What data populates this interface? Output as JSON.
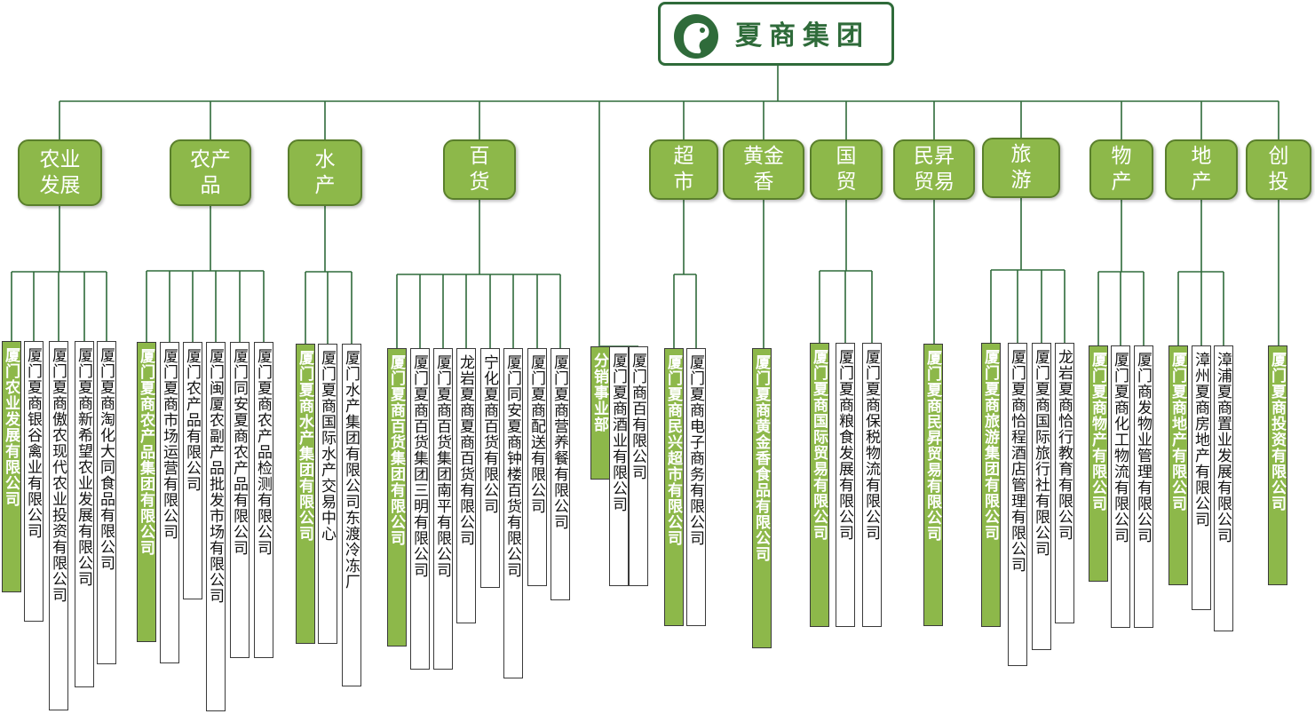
{
  "root": {
    "title": "夏商集团",
    "logo": "xiashang-logo",
    "brand_color": "#2f6b3a"
  },
  "colors": {
    "category_fill": "#8db84a",
    "category_border": "#5a7f2c",
    "line": "#2f6b3a"
  },
  "categories": [
    {
      "label": "农业\n发展",
      "companies": [
        {
          "name": "厦门农业发展有限公司",
          "major": true
        },
        {
          "name": "厦门夏商银谷禽业有限公司",
          "major": false
        },
        {
          "name": "厦门夏商傲农现代农业投资有限公司",
          "major": false
        },
        {
          "name": "厦门夏商新希望农业发展有限公司",
          "major": false
        },
        {
          "name": "厦门夏商淘化大同食品有限公司",
          "major": false
        }
      ]
    },
    {
      "label": "农产\n品",
      "companies": [
        {
          "name": "厦门夏商农产品集团有限公司",
          "major": true
        },
        {
          "name": "厦门夏商市场运营有限公司",
          "major": false
        },
        {
          "name": "厦门农产品有限公司",
          "major": false
        },
        {
          "name": "厦门闽厦农副产品批发市场有限公司",
          "major": false
        },
        {
          "name": "厦门同安夏商农产品有限公司",
          "major": false
        },
        {
          "name": "厦门夏商农产品检测有限公司",
          "major": false
        }
      ]
    },
    {
      "label": "水\n产",
      "companies": [
        {
          "name": "厦门夏商水产集团有限公司",
          "major": true
        },
        {
          "name": "厦门夏商国际水产交易中心",
          "major": false
        },
        {
          "name": "厦门水产集团有限公司东渡冷冻厂",
          "major": false
        }
      ]
    },
    {
      "label": "百\n货",
      "companies": [
        {
          "name": "厦门夏商百货集团有限公司",
          "major": true
        },
        {
          "name": "厦门夏商百货集团三明有限公司",
          "major": false
        },
        {
          "name": "厦门夏商百货集团南平有限公司",
          "major": false
        },
        {
          "name": "龙岩夏商夏商百货有限公司",
          "major": false
        },
        {
          "name": "宁化夏商百货有限公司",
          "major": false
        },
        {
          "name": "厦门同安夏商钟楼百货有限公司",
          "major": false
        },
        {
          "name": "厦门夏商配送有限公司",
          "major": false
        },
        {
          "name": "厦门夏商营养餐有限公司",
          "major": false
        }
      ]
    },
    {
      "label": "",
      "companies": [
        {
          "name": "分销事业部",
          "major": true
        },
        {
          "name": "厦门夏商酒业有限公司",
          "major": false
        },
        {
          "name": "厦门商百有限公司",
          "major": false
        }
      ]
    },
    {
      "label": "超\n市",
      "companies": [
        {
          "name": "厦门夏商民兴超市有限公司",
          "major": true
        },
        {
          "name": "厦门夏商电子商务有限公司",
          "major": false
        }
      ]
    },
    {
      "label": "黄金\n香",
      "companies": [
        {
          "name": "厦门夏商黄金香食品有限公司",
          "major": true
        }
      ]
    },
    {
      "label": "国\n贸",
      "companies": [
        {
          "name": "厦门夏商国际贸易有限公司",
          "major": true
        },
        {
          "name": "厦门夏商粮食发展有限公司",
          "major": false
        },
        {
          "name": "厦门夏商保税物流有限公司",
          "major": false
        }
      ]
    },
    {
      "label": "民昇\n贸易",
      "companies": [
        {
          "name": "厦门夏商民昇贸易有限公司",
          "major": true
        }
      ]
    },
    {
      "label": "旅\n游",
      "companies": [
        {
          "name": "厦门夏商旅游集团有限公司",
          "major": true
        },
        {
          "name": "厦门夏商恰程酒店管理有限公司",
          "major": false
        },
        {
          "name": "厦门夏商国际旅行社有限公司",
          "major": false
        },
        {
          "name": "龙岩夏商恰行教育有限公司",
          "major": false
        }
      ]
    },
    {
      "label": "物\n产",
      "companies": [
        {
          "name": "厦门夏商物产有限公司",
          "major": true
        },
        {
          "name": "厦门夏商化工物流有限公司",
          "major": false
        },
        {
          "name": "厦门商发物业管理有限公司",
          "major": false
        }
      ]
    },
    {
      "label": "地\n产",
      "companies": [
        {
          "name": "厦门夏商地产有限公司",
          "major": true
        },
        {
          "name": "漳州夏商房地产有限公司",
          "major": false
        },
        {
          "name": "漳浦夏商置业发展有限公司",
          "major": false
        }
      ]
    },
    {
      "label": "创\n投",
      "companies": [
        {
          "name": "厦门夏商投资有限公司",
          "major": true
        }
      ]
    }
  ]
}
